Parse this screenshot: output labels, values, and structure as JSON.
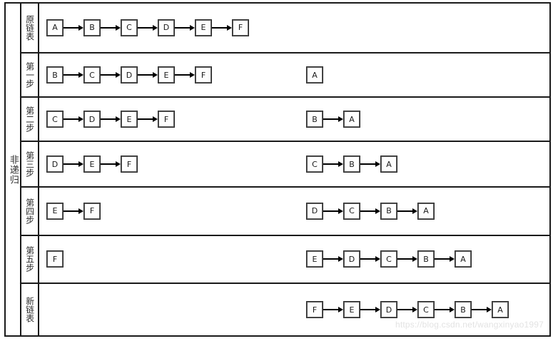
{
  "figure": {
    "title_vertical": "非递归",
    "watermark": "https://blog.csdn.net/wangxinyao1997",
    "colors": {
      "frame": "#1a1a1a",
      "node_border": "#2a2a2a",
      "node_fill": "#fdfdfd",
      "arrow": "#000000",
      "watermark": "#e3e3e3",
      "background": "#ffffff"
    },
    "icons": {
      "arrow": "arrow-right-icon"
    }
  },
  "rows": [
    {
      "label": "原链表",
      "left_chain": [
        "A",
        "B",
        "C",
        "D",
        "E",
        "F"
      ],
      "right_chain": []
    },
    {
      "label": "第一步",
      "left_chain": [
        "B",
        "C",
        "D",
        "E",
        "F"
      ],
      "right_chain": [
        "A"
      ]
    },
    {
      "label": "第二步",
      "left_chain": [
        "C",
        "D",
        "E",
        "F"
      ],
      "right_chain": [
        "B",
        "A"
      ]
    },
    {
      "label": "第三步",
      "left_chain": [
        "D",
        "E",
        "F"
      ],
      "right_chain": [
        "C",
        "B",
        "A"
      ]
    },
    {
      "label": "第四步",
      "left_chain": [
        "E",
        "F"
      ],
      "right_chain": [
        "D",
        "C",
        "B",
        "A"
      ]
    },
    {
      "label": "第五步",
      "left_chain": [
        "F"
      ],
      "right_chain": [
        "E",
        "D",
        "C",
        "B",
        "A"
      ]
    },
    {
      "label": "新链表",
      "left_chain": [],
      "right_chain": [
        "F",
        "E",
        "D",
        "C",
        "B",
        "A"
      ]
    }
  ]
}
